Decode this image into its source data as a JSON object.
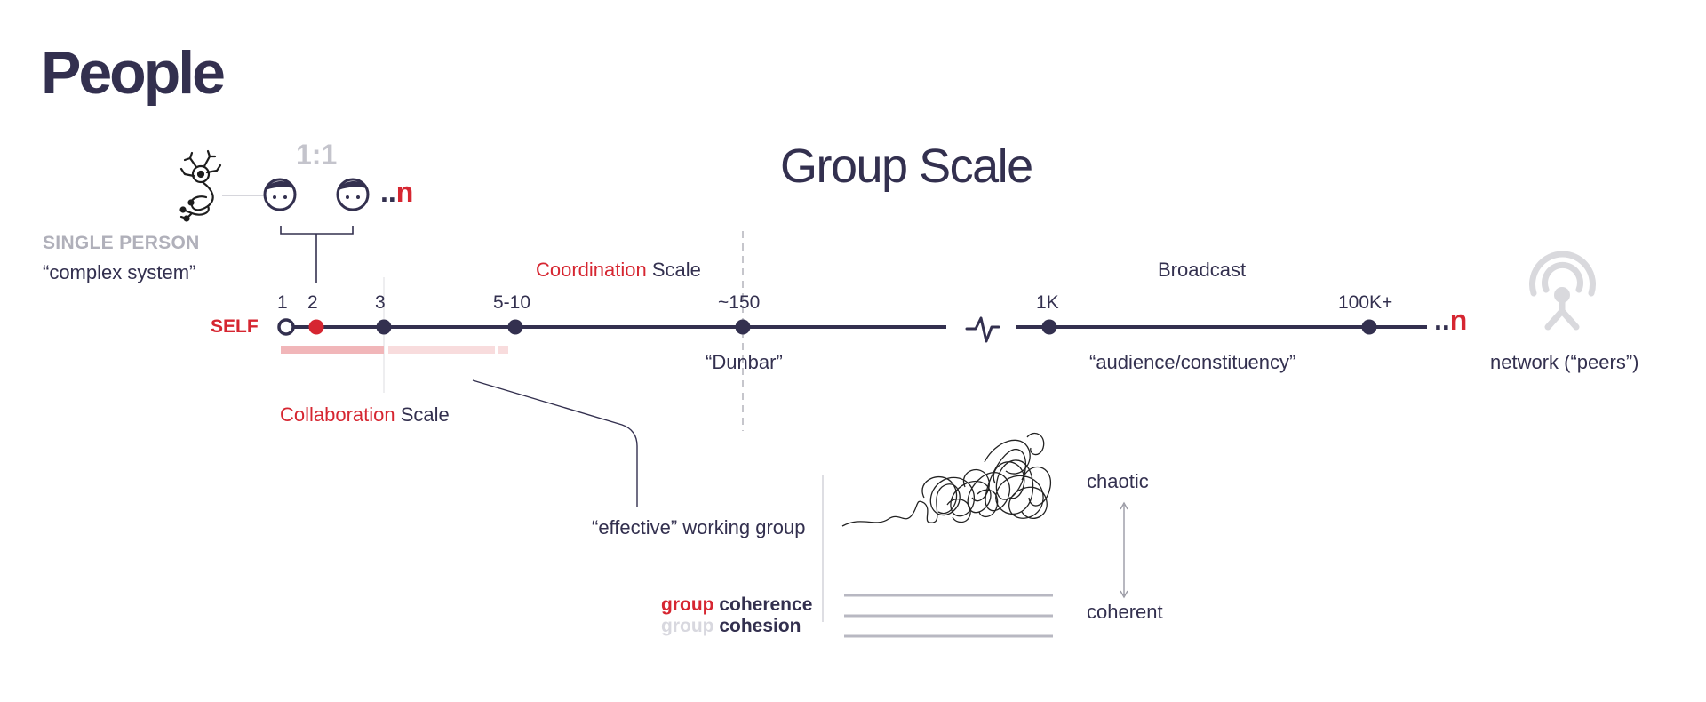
{
  "title": "People",
  "scale_title": "Group Scale",
  "ratio": "1:1",
  "n_dots": "..",
  "n_letter": "n",
  "single_person": "SINGLE PERSON",
  "complex_system": "“complex system”",
  "self_label": "SELF",
  "ticks": [
    "1",
    "2",
    "3",
    "5-10",
    "~150",
    "1K",
    "100K+"
  ],
  "coordination": {
    "accent": "Coordination",
    "rest": " Scale"
  },
  "collaboration": {
    "accent": "Collaboration",
    "rest": " Scale"
  },
  "broadcast": "Broadcast",
  "dunbar": "“Dunbar”",
  "audience": "“audience/constituency”",
  "network": "network (“peers”)",
  "effective_group": "“effective” working group",
  "chaotic": "chaotic",
  "coherent": "coherent",
  "coherence": {
    "accent": "group",
    "rest": " coherence"
  },
  "cohesion": {
    "accent": "group",
    "rest": " cohesion"
  },
  "icons": [
    "neuron-icon",
    "face-icon",
    "pulse-icon",
    "antenna-icon",
    "scribble-icon"
  ],
  "colors": {
    "navy": "#33304f",
    "red": "#d62631",
    "grey": "#b0b0ba",
    "pink": "#f1b6b9"
  }
}
